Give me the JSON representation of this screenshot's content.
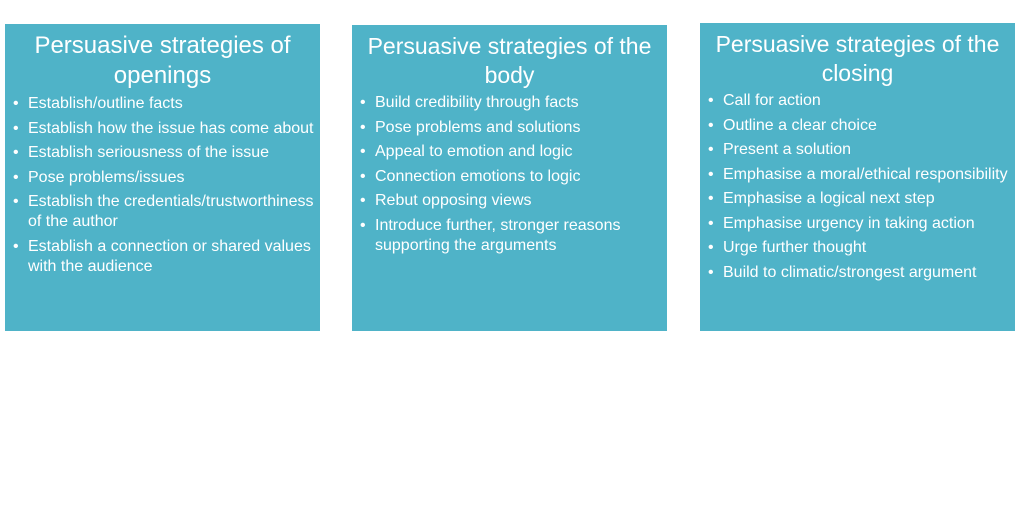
{
  "boxes": [
    {
      "title": "Persuasive strategies of openings",
      "items": [
        "Establish/outline facts",
        "Establish how the issue has come about",
        "Establish seriousness of the issue",
        "Pose problems/issues",
        "Establish the credentials/trustworthiness of the author",
        "Establish a connection or shared values with the audience"
      ]
    },
    {
      "title": "Persuasive strategies of the body",
      "items": [
        "Build credibility through facts",
        "Pose problems and solutions",
        "Appeal to emotion and logic",
        "Connection emotions to logic",
        "Rebut opposing views",
        "Introduce further, stronger reasons supporting the arguments"
      ]
    },
    {
      "title": "Persuasive strategies of the closing",
      "items": [
        "Call for action",
        "Outline a clear choice",
        "Present a solution",
        "Emphasise a moral/ethical responsibility",
        "Emphasise a logical next step",
        "Emphasise urgency in taking action",
        "Urge further thought",
        "Build to climatic/strongest argument"
      ]
    }
  ],
  "bullet_glyph": "•",
  "colors": {
    "box_fill": "#4fb3c8",
    "text": "#ffffff"
  }
}
